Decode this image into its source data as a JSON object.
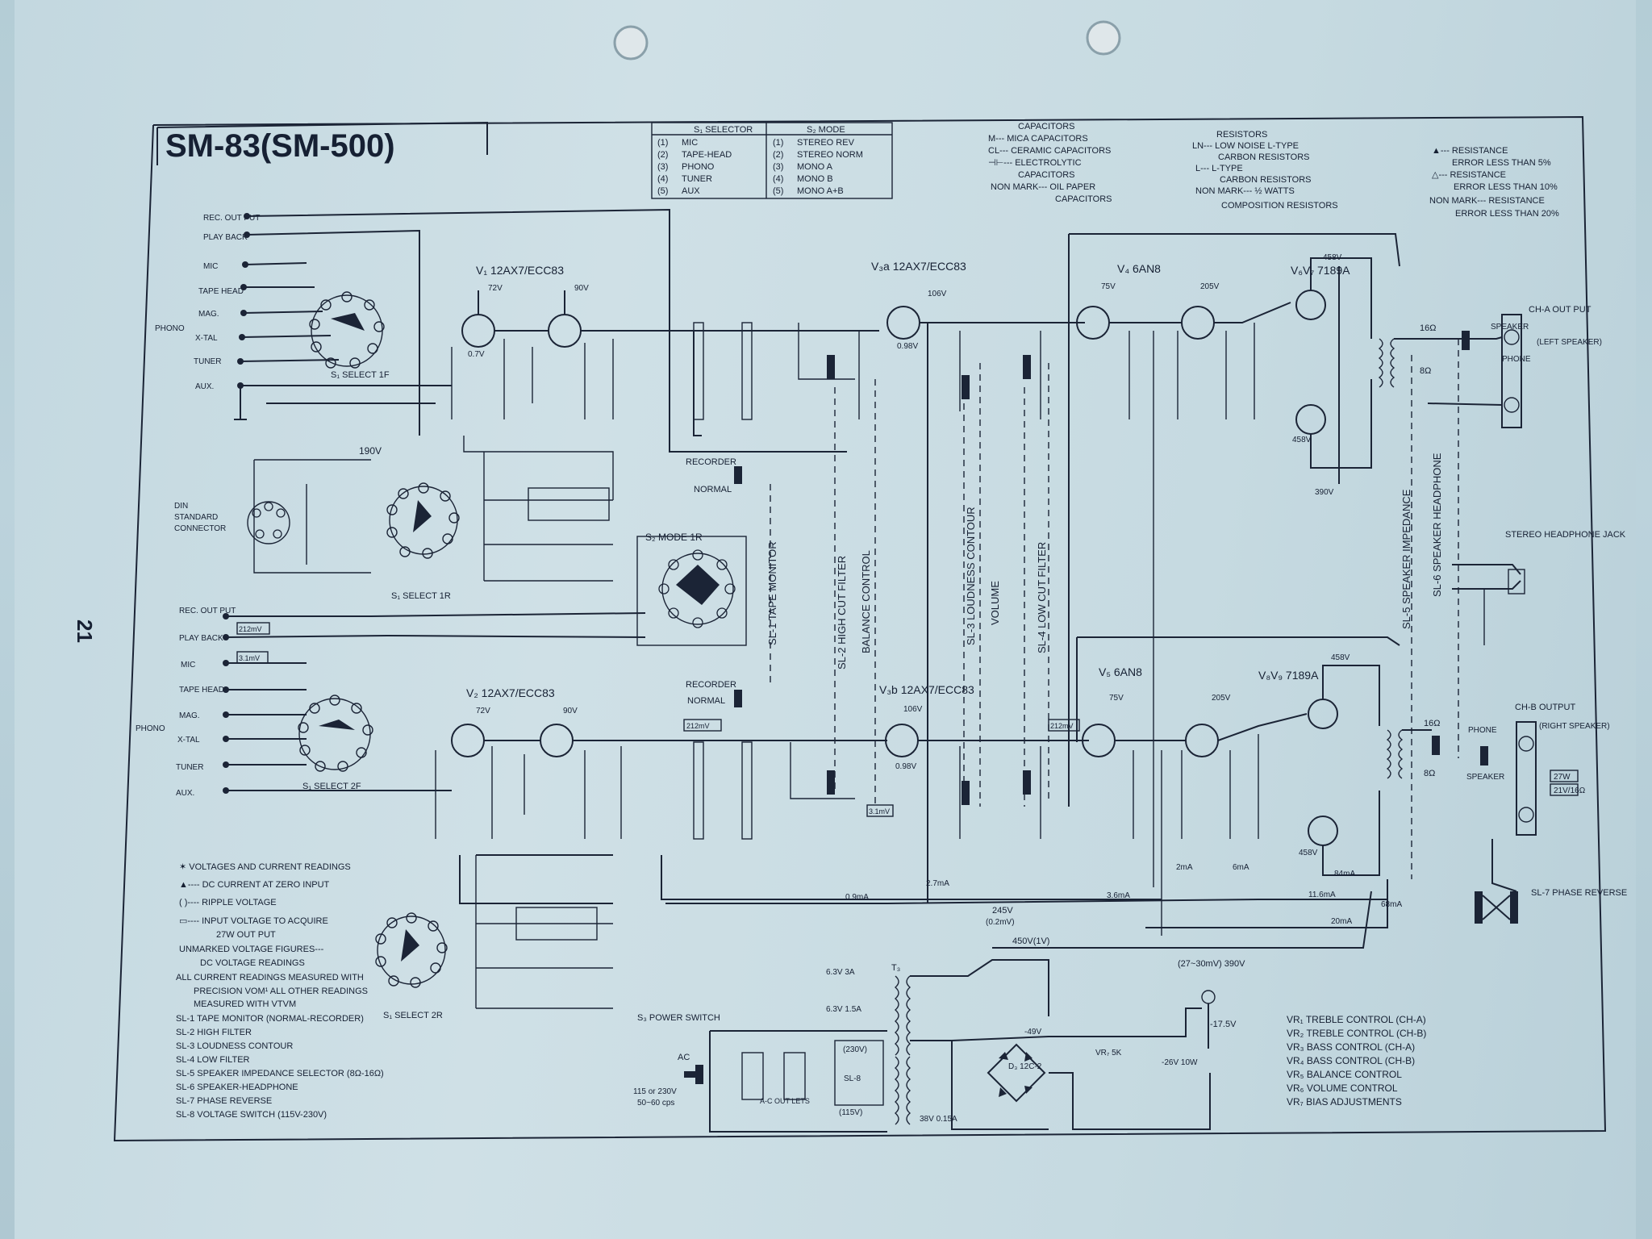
{
  "page_number": "21",
  "title": "SM-83(SM-500)",
  "selector_table": {
    "left_header": "S₁ SELECTOR",
    "right_header": "S₂ MODE",
    "rows": [
      {
        "no": "(1)",
        "left": "MIC",
        "right_no": "(1)",
        "right": "STEREO REV"
      },
      {
        "no": "(2)",
        "left": "TAPE-HEAD",
        "right_no": "(2)",
        "right": "STEREO NORM"
      },
      {
        "no": "(3)",
        "left": "PHONO",
        "right_no": "(3)",
        "right": "MONO A"
      },
      {
        "no": "(4)",
        "left": "TUNER",
        "right_no": "(4)",
        "right": "MONO B"
      },
      {
        "no": "(5)",
        "left": "AUX",
        "right_no": "(5)",
        "right": "MONO A+B"
      }
    ]
  },
  "legend_capacitors": [
    "CAPACITORS",
    "M--- MICA CAPACITORS",
    "CL--- CERAMIC CAPACITORS",
    "⊣⊢--- ELECTROLYTIC",
    "CAPACITORS",
    "NON MARK--- OIL PAPER",
    "CAPACITORS"
  ],
  "legend_resistors": [
    "RESISTORS",
    "LN--- LOW NOISE   L-TYPE",
    "CARBON RESISTORS",
    "L--- L-TYPE",
    "CARBON RESISTORS",
    "NON MARK--- ½ WATTS",
    "COMPOSITION RESISTORS"
  ],
  "legend_tolerance": [
    "▲--- RESISTANCE",
    "ERROR LESS THAN 5%",
    "△--- RESISTANCE",
    "ERROR LESS THAN 10%",
    "NON MARK--- RESISTANCE",
    "ERROR LESS THAN 20%"
  ],
  "inputs_top": [
    "REC. OUT PUT",
    "PLAY BACK",
    "MIC",
    "TAPE HEAD",
    "MAG.",
    "X-TAL",
    "TUNER",
    "AUX."
  ],
  "inputs_bottom": [
    "REC. OUT PUT",
    "PLAY BACK",
    "MIC",
    "TAPE HEAD",
    "MAG.",
    "X-TAL",
    "TUNER",
    "AUX."
  ],
  "phono_label": "PHONO",
  "din_label": [
    "DIN",
    "STANDARD",
    "CONNECTOR"
  ],
  "tubes": {
    "v1": "V₁ 12AX7/ECC83",
    "v2": "V₂ 12AX7/ECC83",
    "v3a": "V₃a 12AX7/ECC83",
    "v3b": "V₃b 12AX7/ECC83",
    "v4": "V₄ 6AN8",
    "v5": "V₅ 6AN8",
    "v6v7": "V₆V₇ 7189A",
    "v8v9": "V₈V₉ 7189A"
  },
  "switch_labels": {
    "s1_select_1f": "S₁ SELECT 1F",
    "s1_select_1r": "S₁ SELECT 1R",
    "s1_select_2f": "S₁ SELECT 2F",
    "s1_select_2r": "S₁ SELECT 2R",
    "s2_mode_1r": "S₂ MODE 1R",
    "recorder": "RECORDER",
    "normal": "NORMAL"
  },
  "vertical_labels": [
    "SL-1 TAPE MONITOR",
    "SL-2 HIGH CUT FILTER",
    "BALANCE CONTROL",
    "SL-3 LOUDNESS CONTOUR",
    "VOLUME",
    "SL-4 LOW CUT FILTER",
    "SL-5 SPEAKER IMPEDANCE",
    "SL-6 SPEAKER HEADPHONE"
  ],
  "output_labels": {
    "ch_a": "CH-A OUT PUT",
    "ch_a_sub": "(LEFT SPEAKER)",
    "ch_b": "CH-B OUTPUT",
    "ch_b_sub": "(RIGHT SPEAKER)",
    "stereo_jack": "STEREO HEADPHONE JACK",
    "speaker": "SPEAKER",
    "phone": "PHONE",
    "phase": "SL-7 PHASE REVERSE",
    "out_27w": "27W",
    "out_21v": "21V/16Ω"
  },
  "voltages": [
    "72V",
    "90V",
    "106V",
    "75V",
    "205V",
    "458V",
    "390V",
    "0.7V",
    "0.98V",
    "3.1mV",
    "212mV",
    "16Ω",
    "8Ω"
  ],
  "measurement_notes": [
    "✶ VOLTAGES AND CURRENT READINGS",
    "▲---- DC CURRENT AT ZERO INPUT",
    "(   )---- RIPPLE VOLTAGE",
    "▭---- INPUT VOLTAGE TO ACQUIRE",
    "27W OUT PUT",
    "UNMARKED VOLTAGE FIGURES---",
    "DC VOLTAGE READINGS",
    "ALL CURRENT READINGS MEASURED WITH",
    "PRECISION VOM¹ ALL OTHER READINGS",
    "MEASURED WITH VTVM"
  ],
  "sl_legend": [
    "SL-1  TAPE MONITOR (NORMAL-RECORDER)",
    "SL-2  HIGH FILTER",
    "SL-3  LOUDNESS CONTOUR",
    "SL-4  LOW FILTER",
    "SL-5  SPEAKER IMPEDANCE SELECTOR (8Ω-16Ω)",
    "SL-6  SPEAKER-HEADPHONE",
    "SL-7  PHASE REVERSE",
    "SL-8  VOLTAGE SWITCH (115V-230V)"
  ],
  "vr_legend": [
    "VR₁  TREBLE CONTROL (CH-A)",
    "VR₂  TREBLE CONTROL (CH-B)",
    "VR₃  BASS CONTROL (CH-A)",
    "VR₄  BASS CONTROL (CH-B)",
    "VR₅  BALANCE CONTROL",
    "VR₆  VOLUME CONTROL",
    "VR₇  BIAS ADJUSTMENTS"
  ],
  "power": {
    "power_switch": "S₃ POWER SWITCH",
    "ac": "AC",
    "mains": "115 or 230V",
    "freq": "50~60 cps",
    "outlets": "A-C OUT LETS",
    "sl8": "SL-8",
    "v115": "(115V)",
    "v230": "(230V)",
    "h63a": "6.3V 3A",
    "h63b": "6.3V 1.5A",
    "h38": "38V 0.15A",
    "t3": "T₃",
    "d3": "D₃ 12C-2",
    "b450": "450V(1V)",
    "b245": "245V",
    "b245r": "(0.2mV)",
    "b390": "(27~30mV) 390V",
    "b190": "190V",
    "neg49": "-49V",
    "neg175": "-17.5V",
    "neg26": "-26V 10W",
    "vr7": "VR₇ 5K"
  },
  "currents": [
    "2.7mA",
    "0.9mA",
    "3.6mA",
    "2mA",
    "6mA",
    "11.6mA",
    "84mA",
    "68mA",
    "20mA"
  ]
}
